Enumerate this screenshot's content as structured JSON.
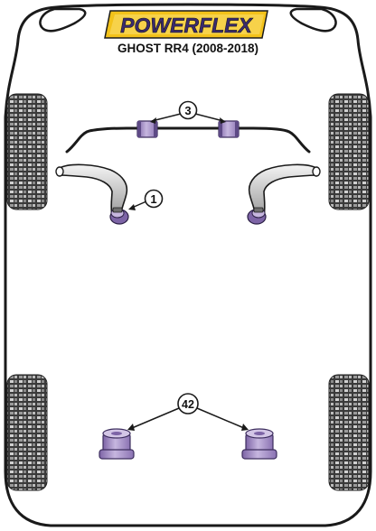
{
  "brand": {
    "logo_text": "POWERFLEX",
    "model": "GHOST RR4 (2008-2018)",
    "logo_bg": "#f3c21a"
  },
  "callouts": [
    {
      "id": "front-arm",
      "number": "1"
    },
    {
      "id": "anti-roll-bar",
      "number": "3"
    },
    {
      "id": "rear-bush",
      "number": "42"
    }
  ],
  "colors": {
    "body_outline": "#1a1a1a",
    "bush_purple": "#a993c9",
    "bush_purple_dark": "#7d64a6",
    "bush_purple_light": "#d3c6e6",
    "tyre_dark": "#333333",
    "tyre_light": "#d8d8d8"
  }
}
